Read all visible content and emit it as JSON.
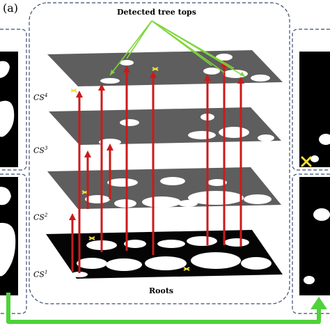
{
  "panel_label": "(a)",
  "annotation_top": "Detected tree tops",
  "annotation_bottom": "Roots",
  "layers": [
    {
      "name": "CS",
      "superscript": "4"
    },
    {
      "name": "CS",
      "superscript": "3"
    },
    {
      "name": "CS",
      "superscript": "2"
    },
    {
      "name": "CS",
      "superscript": "1"
    }
  ],
  "colors": {
    "layer_gray": "#5e5e5e",
    "layer_black": "#050505",
    "blob": "#ffffff",
    "arrow": "#cc1a1a",
    "pointer": "#7fd63a",
    "marker": "#f2e03a",
    "frame": "#3a4a6e",
    "connector": "#4fd23a"
  }
}
